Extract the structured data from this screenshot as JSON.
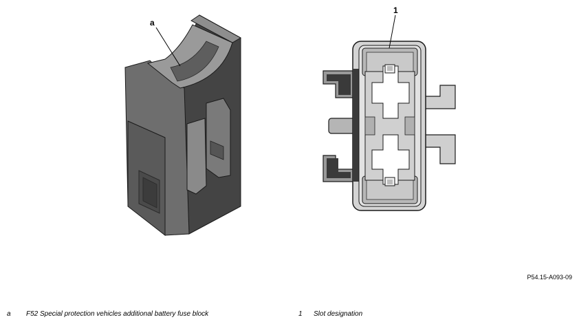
{
  "figure": {
    "callouts": {
      "a": "a",
      "one": "1"
    },
    "reference_code": "P54.15-A093-09"
  },
  "legend": [
    {
      "key": "a",
      "text": "F52 Special protection vehicles additional battery fuse block"
    },
    {
      "key": "1",
      "text": "Slot designation"
    }
  ],
  "colors": {
    "body_dark": "#4f4f4f",
    "body_mid": "#6a6a6a",
    "body_light": "#8a8a8a",
    "housing_face": "#d9d9d9",
    "housing_inner": "#c4c4c4",
    "outline": "#1a1a1a"
  }
}
